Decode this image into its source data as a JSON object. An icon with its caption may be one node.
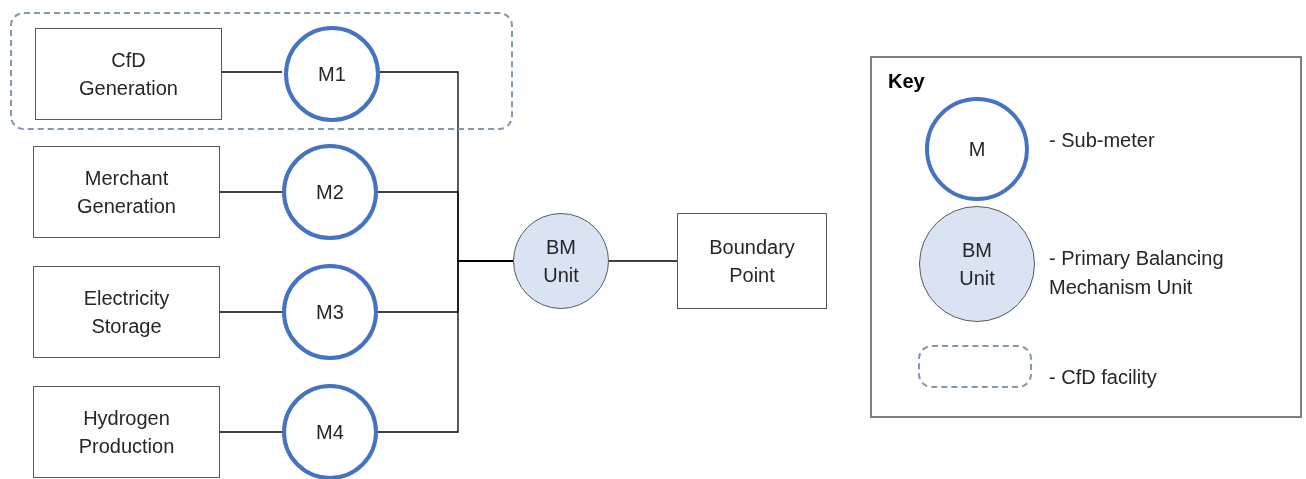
{
  "diagram": {
    "nodes": [
      {
        "text": [],
        "shape": "box"
      },
      {
        "text": [
          "CfD Generation"
        ],
        "in": 0
      },
      {
        "text": [
          "M1"
        ],
        "in": 0
      },
      {
        "text": [
          "Merchant Generation"
        ]
      },
      {
        "text": [
          "M2"
        ]
      },
      {
        "text": [
          "Electricity Storage"
        ]
      },
      {
        "text": [
          "M3"
        ]
      },
      {
        "text": [
          "Hydrogen Production"
        ]
      },
      {
        "text": [
          "M4"
        ]
      },
      {
        "text": [
          "BM Unit"
        ]
      },
      {
        "text": [
          "Boundary Point"
        ]
      },
      {
        "text": [
          "Key"
        ]
      },
      {
        "text": [
          "M"
        ],
        "in": 11,
        "beside": [
          "- Sub-meter"
        ]
      },
      {
        "text": [
          "BM Unit"
        ],
        "in": 11,
        "beside": [
          "- Primary Balancing Mechanism Unit"
        ]
      },
      {
        "text": [],
        "shape": "box",
        "in": 11,
        "beside": [
          "- CfD facility"
        ]
      }
    ],
    "edges": [
      {
        "from": 1,
        "to": 2,
        "arrow": "none"
      },
      {
        "from": 3,
        "to": 4,
        "arrow": "none"
      },
      {
        "from": 5,
        "to": 6,
        "arrow": "none"
      },
      {
        "from": 7,
        "to": 8,
        "arrow": "none"
      },
      {
        "from": 2,
        "to": 9,
        "arrow": "none"
      },
      {
        "from": 4,
        "to": 9,
        "arrow": "none"
      },
      {
        "from": 6,
        "to": 9,
        "arrow": "none"
      },
      {
        "from": 8,
        "to": 9,
        "arrow": "none"
      },
      {
        "from": 9,
        "to": 10,
        "arrow": "none"
      }
    ]
  }
}
